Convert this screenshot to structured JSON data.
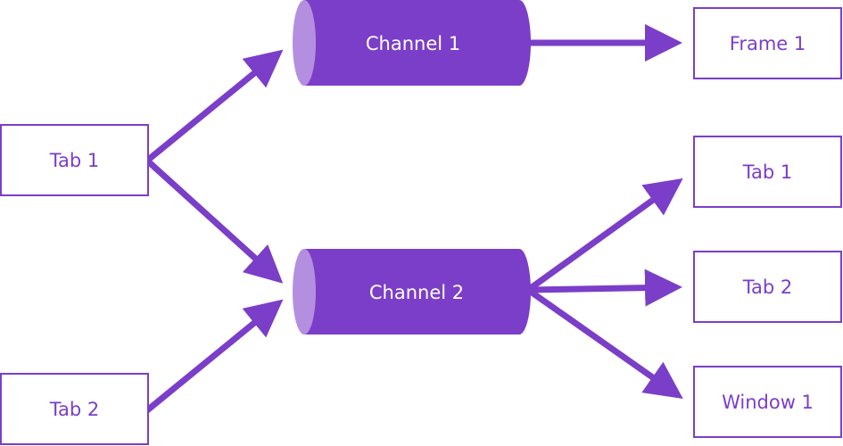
{
  "colors": {
    "accent": "#7b3ec8",
    "cylinder_cap": "#b48fe0",
    "box_fill": "#ffffff",
    "channel_text": "#ffffff"
  },
  "sources": [
    {
      "id": "src-tab-1",
      "label": "Tab 1"
    },
    {
      "id": "src-tab-2",
      "label": "Tab 2"
    }
  ],
  "channels": [
    {
      "id": "channel-1",
      "label": "Channel 1"
    },
    {
      "id": "channel-2",
      "label": "Channel 2"
    }
  ],
  "targets": [
    {
      "id": "tgt-frame-1",
      "label": "Frame 1"
    },
    {
      "id": "tgt-tab-1",
      "label": "Tab 1"
    },
    {
      "id": "tgt-tab-2",
      "label": "Tab 2"
    },
    {
      "id": "tgt-window-1",
      "label": "Window 1"
    }
  ]
}
